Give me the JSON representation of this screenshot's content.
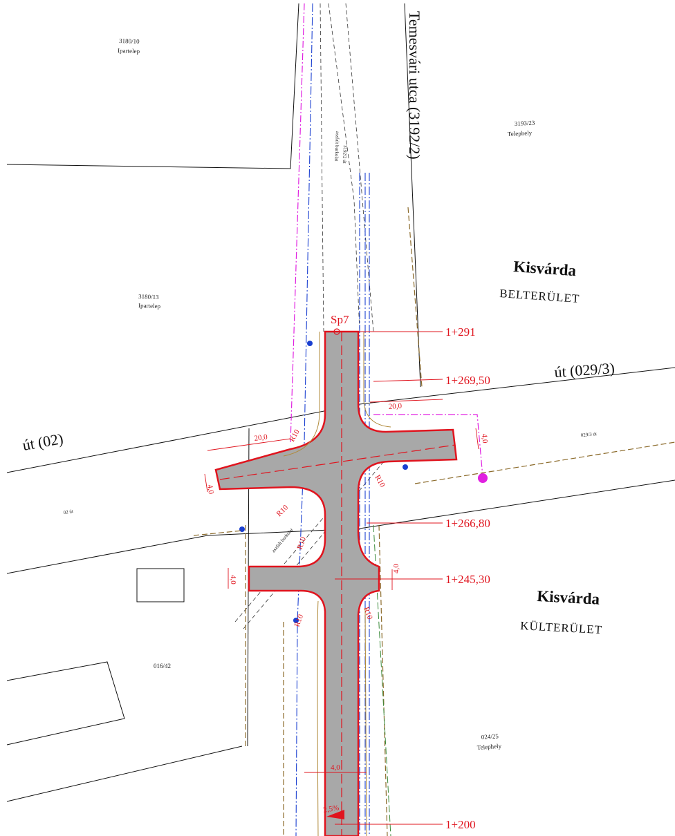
{
  "parcels": [
    {
      "id": "parcel-3180-10",
      "number": "3180/10",
      "use": "Ipartelep"
    },
    {
      "id": "parcel-3193-23",
      "number": "3193/23",
      "use": "Telephely"
    },
    {
      "id": "parcel-3180-13",
      "number": "3180/13",
      "use": "Ipartelep"
    },
    {
      "id": "parcel-016-42",
      "number": "016/42",
      "use": ""
    },
    {
      "id": "parcel-024-25",
      "number": "024/25",
      "use": "Telephely"
    }
  ],
  "roads": {
    "main_street": "Temesvári utca (3192/2)",
    "side_road_right": "út (029/3)",
    "side_road_left": "út (02)",
    "label_029_3": "029/3  út",
    "label_02": "02  út",
    "label_3192_2": "3192/2  út",
    "label_aszfalt": "aszfalt burkolat",
    "label_aszfalt2": "aszfalt burkolat"
  },
  "zones": {
    "upper_town": "Kisvárda",
    "upper_area": "BELTERÜLET",
    "lower_town": "Kisvárda",
    "lower_area": "KÜLTERÜLET"
  },
  "chainage": [
    "1+291",
    "1+269,50",
    "1+266,80",
    "1+245,30",
    "1+200"
  ],
  "point_label": "Sp7",
  "dimensions": {
    "width_left": "20,0",
    "width_right": "20,0",
    "spur_left": "4,0",
    "spur_right": "4,0",
    "lower_left": "4,0",
    "lower_right": "4,0",
    "road_width": "4,0",
    "radius_a": "R10",
    "radius_b": "R10",
    "radius_c": "R10",
    "radius_d": "R10",
    "radius_e": "R10",
    "radius_f": "R10",
    "slope": "2,5%"
  },
  "colors": {
    "red": "#e0141e",
    "asphalt": "#a8a8a8",
    "blue": "#1a3fd0",
    "magenta": "#e020e0",
    "brown": "#8b6a2a",
    "green": "#3a8a3a"
  }
}
